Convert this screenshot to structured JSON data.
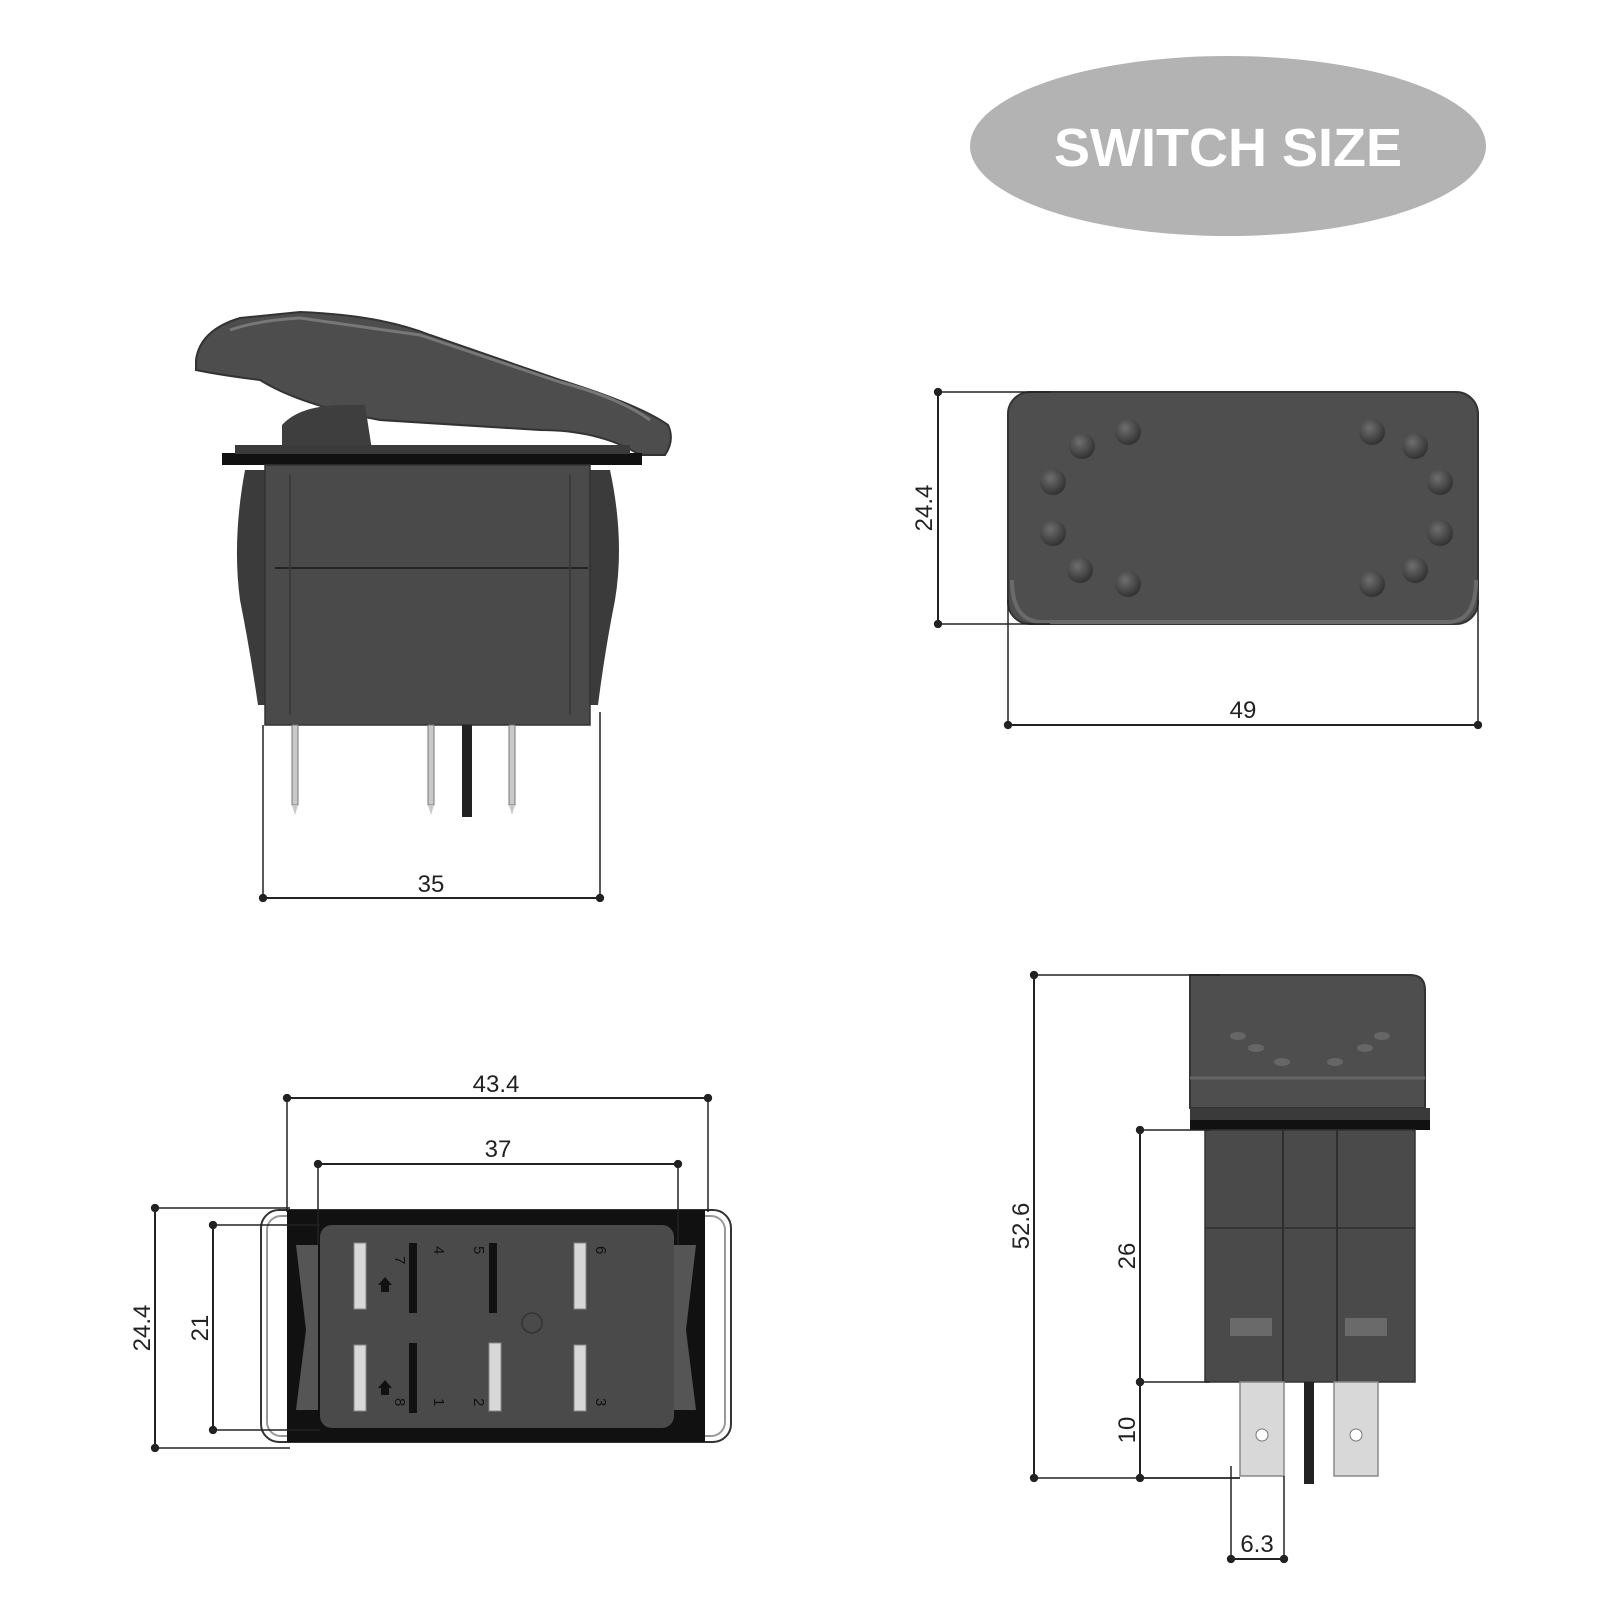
{
  "title": "SWITCH SIZE",
  "dimensions": {
    "side_width": "35",
    "top_height": "24.4",
    "top_width": "49",
    "bottom_outer_width": "43.4",
    "bottom_inner_width": "37",
    "bottom_outer_height": "24.4",
    "bottom_inner_height": "21",
    "end_total_height": "52.6",
    "end_body_height": "26",
    "end_terminal_height": "10",
    "end_terminal_width": "6.3"
  },
  "terminals": [
    "7",
    "4",
    "5",
    "6",
    "8",
    "1",
    "2",
    "3"
  ],
  "colors": {
    "body": "#4a4a4a",
    "body_dark": "#3a3a3a",
    "flange": "#111111",
    "badge": "#b3b3b3",
    "dimension_line": "#222222"
  }
}
